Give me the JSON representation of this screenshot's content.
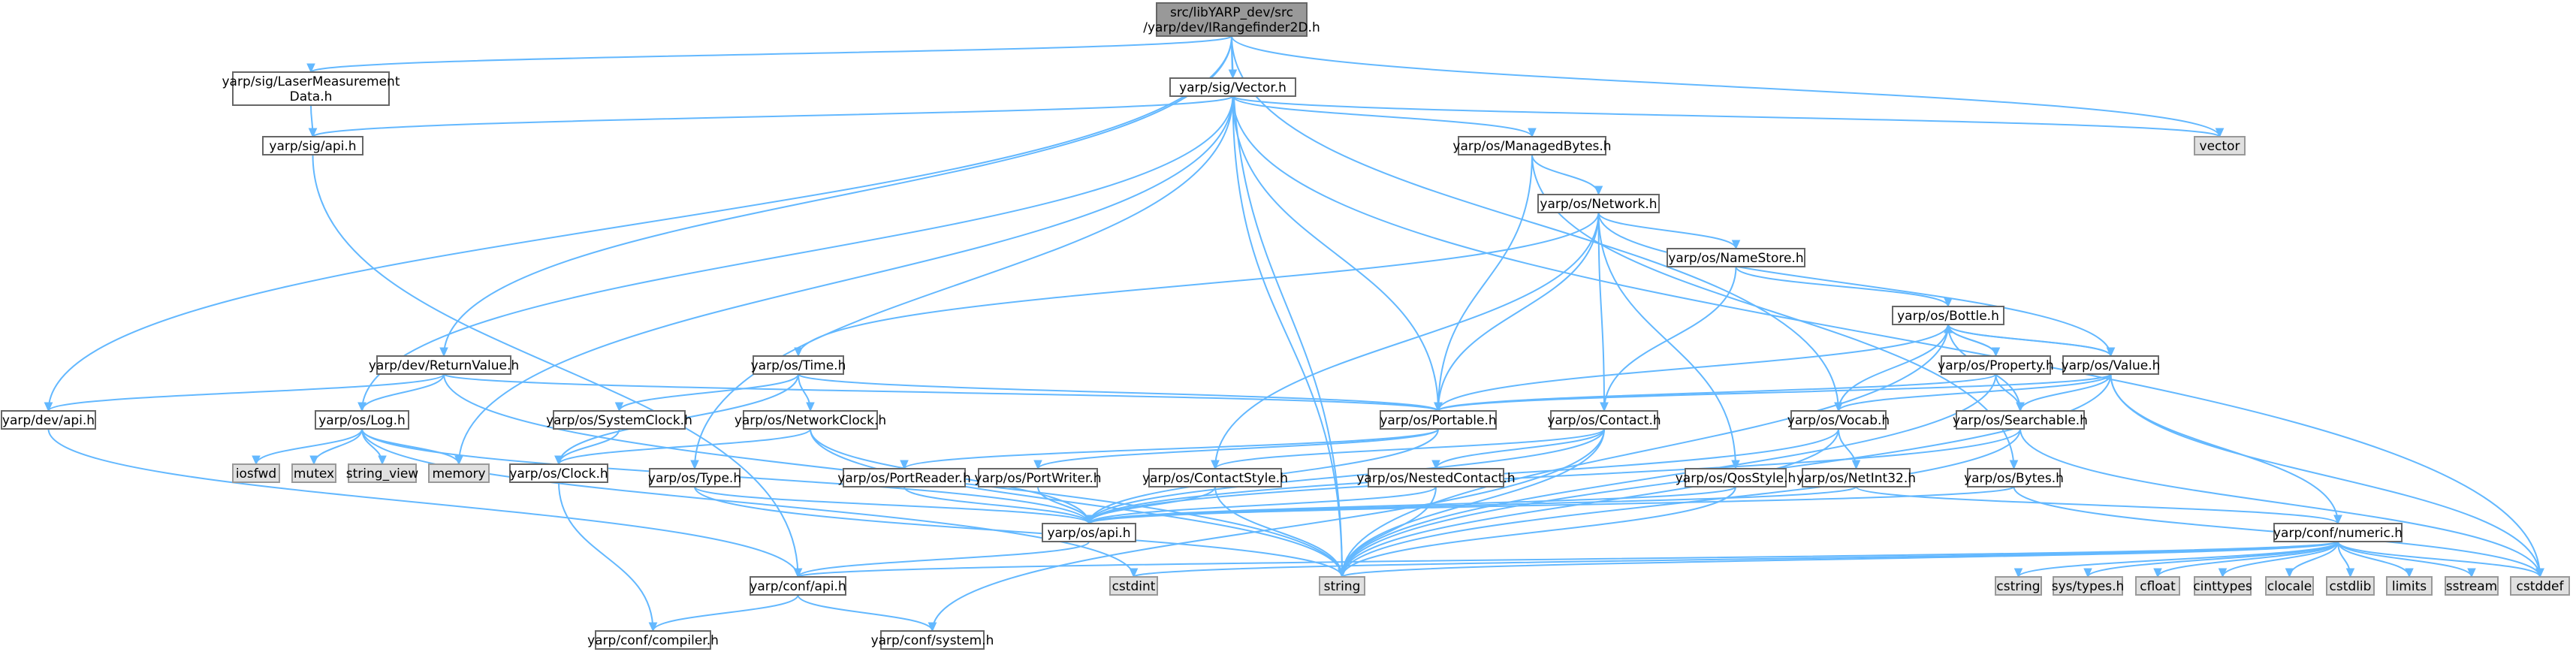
{
  "nodes": [
    {
      "id": "root",
      "lines": [
        "src/libYARP_dev/src",
        "/yarp/dev/IRangefinder2D.h"
      ],
      "kind": "root"
    },
    {
      "id": "laser",
      "lines": [
        "yarp/sig/LaserMeasurement",
        "Data.h"
      ],
      "kind": "file"
    },
    {
      "id": "sigvector",
      "lines": [
        "yarp/sig/Vector.h"
      ],
      "kind": "file"
    },
    {
      "id": "vector",
      "lines": [
        "vector"
      ],
      "kind": "ext"
    },
    {
      "id": "sigapi",
      "lines": [
        "yarp/sig/api.h"
      ],
      "kind": "file"
    },
    {
      "id": "managedbytes",
      "lines": [
        "yarp/os/ManagedBytes.h"
      ],
      "kind": "file"
    },
    {
      "id": "network",
      "lines": [
        "yarp/os/Network.h"
      ],
      "kind": "file"
    },
    {
      "id": "namestore",
      "lines": [
        "yarp/os/NameStore.h"
      ],
      "kind": "file"
    },
    {
      "id": "bottle",
      "lines": [
        "yarp/os/Bottle.h"
      ],
      "kind": "file"
    },
    {
      "id": "returnvalue",
      "lines": [
        "yarp/dev/ReturnValue.h"
      ],
      "kind": "file"
    },
    {
      "id": "time",
      "lines": [
        "yarp/os/Time.h"
      ],
      "kind": "file"
    },
    {
      "id": "property",
      "lines": [
        "yarp/os/Property.h"
      ],
      "kind": "file"
    },
    {
      "id": "value",
      "lines": [
        "yarp/os/Value.h"
      ],
      "kind": "file"
    },
    {
      "id": "devapi",
      "lines": [
        "yarp/dev/api.h"
      ],
      "kind": "file"
    },
    {
      "id": "log",
      "lines": [
        "yarp/os/Log.h"
      ],
      "kind": "file"
    },
    {
      "id": "systemclock",
      "lines": [
        "yarp/os/SystemClock.h"
      ],
      "kind": "file"
    },
    {
      "id": "networkclock",
      "lines": [
        "yarp/os/NetworkClock.h"
      ],
      "kind": "file"
    },
    {
      "id": "portable",
      "lines": [
        "yarp/os/Portable.h"
      ],
      "kind": "file"
    },
    {
      "id": "contact",
      "lines": [
        "yarp/os/Contact.h"
      ],
      "kind": "file"
    },
    {
      "id": "vocab",
      "lines": [
        "yarp/os/Vocab.h"
      ],
      "kind": "file"
    },
    {
      "id": "searchable",
      "lines": [
        "yarp/os/Searchable.h"
      ],
      "kind": "file"
    },
    {
      "id": "iosfwd",
      "lines": [
        "iosfwd"
      ],
      "kind": "ext"
    },
    {
      "id": "mutex",
      "lines": [
        "mutex"
      ],
      "kind": "ext"
    },
    {
      "id": "string_view",
      "lines": [
        "string_view"
      ],
      "kind": "ext"
    },
    {
      "id": "memory",
      "lines": [
        "memory"
      ],
      "kind": "ext"
    },
    {
      "id": "clock",
      "lines": [
        "yarp/os/Clock.h"
      ],
      "kind": "file"
    },
    {
      "id": "type",
      "lines": [
        "yarp/os/Type.h"
      ],
      "kind": "file"
    },
    {
      "id": "portreader",
      "lines": [
        "yarp/os/PortReader.h"
      ],
      "kind": "file"
    },
    {
      "id": "portwriter",
      "lines": [
        "yarp/os/PortWriter.h"
      ],
      "kind": "file"
    },
    {
      "id": "contactstyle",
      "lines": [
        "yarp/os/ContactStyle.h"
      ],
      "kind": "file"
    },
    {
      "id": "nestedcontact",
      "lines": [
        "yarp/os/NestedContact.h"
      ],
      "kind": "file"
    },
    {
      "id": "qosstyle",
      "lines": [
        "yarp/os/QosStyle.h"
      ],
      "kind": "file"
    },
    {
      "id": "netint32",
      "lines": [
        "yarp/os/NetInt32.h"
      ],
      "kind": "file"
    },
    {
      "id": "bytes",
      "lines": [
        "yarp/os/Bytes.h"
      ],
      "kind": "file"
    },
    {
      "id": "osapi",
      "lines": [
        "yarp/os/api.h"
      ],
      "kind": "file"
    },
    {
      "id": "numeric",
      "lines": [
        "yarp/conf/numeric.h"
      ],
      "kind": "file"
    },
    {
      "id": "confapi",
      "lines": [
        "yarp/conf/api.h"
      ],
      "kind": "file"
    },
    {
      "id": "cstdint",
      "lines": [
        "cstdint"
      ],
      "kind": "ext"
    },
    {
      "id": "string",
      "lines": [
        "string"
      ],
      "kind": "ext"
    },
    {
      "id": "cstring",
      "lines": [
        "cstring"
      ],
      "kind": "ext"
    },
    {
      "id": "systypes",
      "lines": [
        "sys/types.h"
      ],
      "kind": "ext"
    },
    {
      "id": "cfloat",
      "lines": [
        "cfloat"
      ],
      "kind": "ext"
    },
    {
      "id": "cinttypes",
      "lines": [
        "cinttypes"
      ],
      "kind": "ext"
    },
    {
      "id": "clocale",
      "lines": [
        "clocale"
      ],
      "kind": "ext"
    },
    {
      "id": "cstdlib",
      "lines": [
        "cstdlib"
      ],
      "kind": "ext"
    },
    {
      "id": "limits",
      "lines": [
        "limits"
      ],
      "kind": "ext"
    },
    {
      "id": "sstream",
      "lines": [
        "sstream"
      ],
      "kind": "ext"
    },
    {
      "id": "cstddef",
      "lines": [
        "cstddef"
      ],
      "kind": "ext"
    },
    {
      "id": "compiler",
      "lines": [
        "yarp/conf/compiler.h"
      ],
      "kind": "file"
    },
    {
      "id": "system",
      "lines": [
        "yarp/conf/system.h"
      ],
      "kind": "file"
    }
  ],
  "edges": [
    [
      "root",
      "laser"
    ],
    [
      "root",
      "sigvector"
    ],
    [
      "root",
      "vector"
    ],
    [
      "root",
      "returnvalue"
    ],
    [
      "root",
      "devapi"
    ],
    [
      "root",
      "vocab"
    ],
    [
      "root",
      "string"
    ],
    [
      "laser",
      "sigapi"
    ],
    [
      "sigvector",
      "sigapi"
    ],
    [
      "sigvector",
      "vector"
    ],
    [
      "sigvector",
      "managedbytes"
    ],
    [
      "sigvector",
      "portable"
    ],
    [
      "sigvector",
      "log"
    ],
    [
      "sigvector",
      "memory"
    ],
    [
      "sigvector",
      "type"
    ],
    [
      "sigvector",
      "string"
    ],
    [
      "sigvector",
      "cstddef"
    ],
    [
      "sigapi",
      "confapi"
    ],
    [
      "managedbytes",
      "network"
    ],
    [
      "managedbytes",
      "portable"
    ],
    [
      "managedbytes",
      "bytes"
    ],
    [
      "network",
      "namestore"
    ],
    [
      "network",
      "time"
    ],
    [
      "network",
      "portable"
    ],
    [
      "network",
      "contact"
    ],
    [
      "network",
      "value"
    ],
    [
      "network",
      "qosstyle"
    ],
    [
      "network",
      "contactstyle"
    ],
    [
      "namestore",
      "bottle"
    ],
    [
      "namestore",
      "contact"
    ],
    [
      "bottle",
      "property"
    ],
    [
      "bottle",
      "value"
    ],
    [
      "bottle",
      "portable"
    ],
    [
      "bottle",
      "searchable"
    ],
    [
      "bottle",
      "vocab"
    ],
    [
      "bottle",
      "string"
    ],
    [
      "property",
      "bottle"
    ],
    [
      "property",
      "searchable"
    ],
    [
      "property",
      "portable"
    ],
    [
      "property",
      "string"
    ],
    [
      "value",
      "bottle"
    ],
    [
      "value",
      "portable"
    ],
    [
      "value",
      "searchable"
    ],
    [
      "value",
      "vocab"
    ],
    [
      "value",
      "numeric"
    ],
    [
      "value",
      "cstddef"
    ],
    [
      "value",
      "string"
    ],
    [
      "returnvalue",
      "devapi"
    ],
    [
      "returnvalue",
      "log"
    ],
    [
      "returnvalue",
      "portable"
    ],
    [
      "returnvalue",
      "string"
    ],
    [
      "time",
      "systemclock"
    ],
    [
      "time",
      "networkclock"
    ],
    [
      "time",
      "clock"
    ],
    [
      "time",
      "portable"
    ],
    [
      "devapi",
      "confapi"
    ],
    [
      "log",
      "iosfwd"
    ],
    [
      "log",
      "mutex"
    ],
    [
      "log",
      "string_view"
    ],
    [
      "log",
      "memory"
    ],
    [
      "log",
      "osapi"
    ],
    [
      "log",
      "cstdint"
    ],
    [
      "systemclock",
      "clock"
    ],
    [
      "networkclock",
      "clock"
    ],
    [
      "networkclock",
      "osapi"
    ],
    [
      "networkclock",
      "string"
    ],
    [
      "portable",
      "portreader"
    ],
    [
      "portable",
      "portwriter"
    ],
    [
      "portable",
      "osapi"
    ],
    [
      "contact",
      "contactstyle"
    ],
    [
      "contact",
      "nestedcontact"
    ],
    [
      "contact",
      "osapi"
    ],
    [
      "contact",
      "string"
    ],
    [
      "contact",
      "system"
    ],
    [
      "vocab",
      "netint32"
    ],
    [
      "vocab",
      "osapi"
    ],
    [
      "vocab",
      "string"
    ],
    [
      "searchable",
      "osapi"
    ],
    [
      "searchable",
      "cstddef"
    ],
    [
      "searchable",
      "string"
    ],
    [
      "clock",
      "compiler"
    ],
    [
      "type",
      "osapi"
    ],
    [
      "type",
      "string"
    ],
    [
      "portreader",
      "osapi"
    ],
    [
      "portwriter",
      "osapi"
    ],
    [
      "contactstyle",
      "osapi"
    ],
    [
      "contactstyle",
      "string"
    ],
    [
      "nestedcontact",
      "osapi"
    ],
    [
      "nestedcontact",
      "string"
    ],
    [
      "qosstyle",
      "osapi"
    ],
    [
      "qosstyle",
      "string"
    ],
    [
      "netint32",
      "numeric"
    ],
    [
      "netint32",
      "osapi"
    ],
    [
      "bytes",
      "osapi"
    ],
    [
      "bytes",
      "cstddef"
    ],
    [
      "osapi",
      "confapi"
    ],
    [
      "numeric",
      "confapi"
    ],
    [
      "numeric",
      "cstdint"
    ],
    [
      "numeric",
      "string"
    ],
    [
      "numeric",
      "cstring"
    ],
    [
      "numeric",
      "systypes"
    ],
    [
      "numeric",
      "cfloat"
    ],
    [
      "numeric",
      "cinttypes"
    ],
    [
      "numeric",
      "clocale"
    ],
    [
      "numeric",
      "cstdlib"
    ],
    [
      "numeric",
      "limits"
    ],
    [
      "numeric",
      "sstream"
    ],
    [
      "numeric",
      "cstddef"
    ],
    [
      "confapi",
      "compiler"
    ],
    [
      "confapi",
      "system"
    ]
  ]
}
